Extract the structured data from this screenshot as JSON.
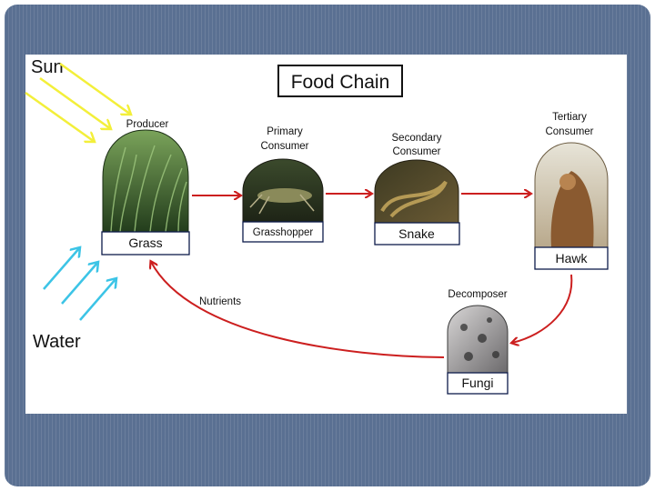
{
  "diagram": {
    "title": "Food Chain",
    "sources": {
      "sun": "Sun",
      "water": "Water"
    },
    "roles": {
      "producer": "Producer",
      "primary_line1": "Primary",
      "primary_line2": "Consumer",
      "secondary_line1": "Secondary",
      "secondary_line2": "Consumer",
      "tertiary_line1": "Tertiary",
      "tertiary_line2": "Consumer",
      "decomposer": "Decomposer"
    },
    "organisms": {
      "grass": "Grass",
      "grasshopper": "Grasshopper",
      "snake": "Snake",
      "hawk": "Hawk",
      "fungi": "Fungi"
    },
    "cycle_label": "Nutrients"
  },
  "colors": {
    "frame": "#5a7092",
    "flow_arrow": "#cc1f1f",
    "sun_rays": "#f3ef3a",
    "water_arrows": "#3cc4e6",
    "label_border": "#0d1b4a"
  }
}
